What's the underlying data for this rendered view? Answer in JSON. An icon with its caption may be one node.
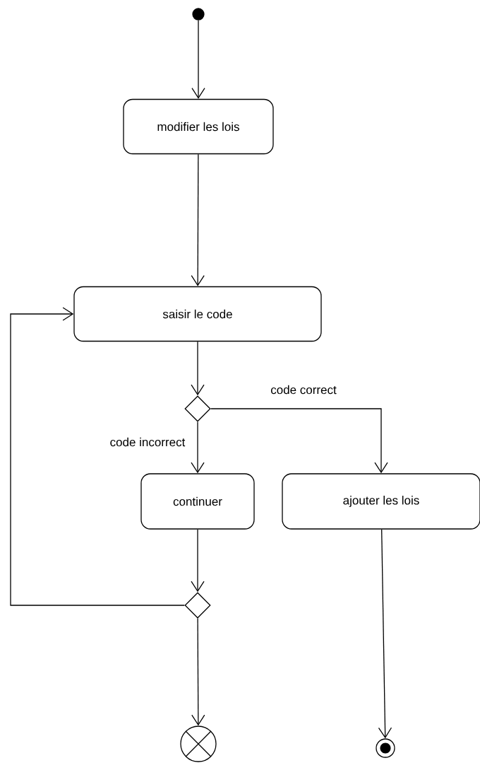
{
  "diagram": {
    "nodes": [
      {
        "text": [],
        "shape": "circle"
      },
      {
        "text": [
          "modifier les lois"
        ]
      },
      {
        "text": [
          "saisir le code"
        ]
      },
      {
        "text": [],
        "shape": "diamond"
      },
      {
        "text": [
          "continuer"
        ]
      },
      {
        "text": [
          "ajouter les lois"
        ]
      },
      {
        "text": [],
        "shape": "diamond"
      },
      {
        "text": [],
        "shape": "circle"
      },
      {
        "text": [],
        "shape": "circle"
      }
    ],
    "edges": [
      {
        "from": 0,
        "to": 1,
        "arrow": "to"
      },
      {
        "from": 1,
        "to": 2,
        "arrow": "to"
      },
      {
        "from": 2,
        "to": 3,
        "arrow": "to"
      },
      {
        "from": 3,
        "to": 4,
        "arrow": "to",
        "label": "code incorrect"
      },
      {
        "from": 3,
        "to": 5,
        "arrow": "to",
        "label": "code correct"
      },
      {
        "from": 4,
        "to": 6,
        "arrow": "to"
      },
      {
        "from": 6,
        "to": 2,
        "arrow": "to"
      },
      {
        "from": 6,
        "to": 7,
        "arrow": "to"
      },
      {
        "from": 5,
        "to": 8,
        "arrow": "to"
      }
    ]
  }
}
